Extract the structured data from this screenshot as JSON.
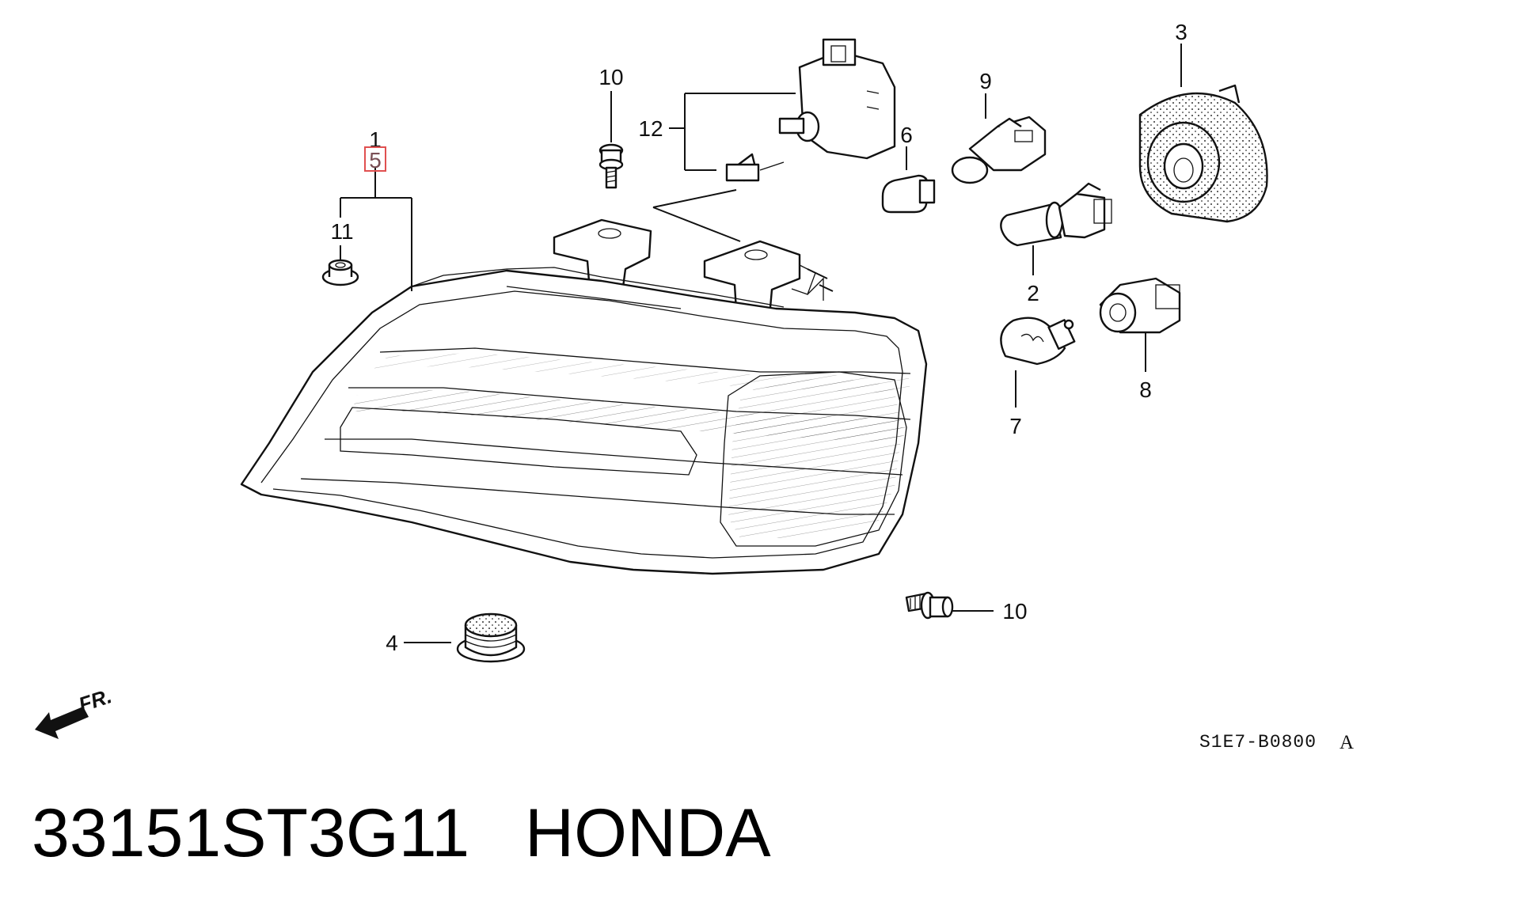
{
  "diagram": {
    "callouts": {
      "c1": "1",
      "c5": "5",
      "c11": "11",
      "c10_top": "10",
      "c12": "12",
      "c9": "9",
      "c6": "6",
      "c3": "3",
      "c2": "2",
      "c8": "8",
      "c7": "7",
      "c10_bottom": "10",
      "c4": "4"
    },
    "front_arrow_label": "FR.",
    "drawing_code": "S1E7-B0800",
    "drawing_code_suffix": "A",
    "highlight_color": "#e05050"
  },
  "caption": {
    "part_number": "33151ST3G11",
    "brand": "HONDA"
  }
}
